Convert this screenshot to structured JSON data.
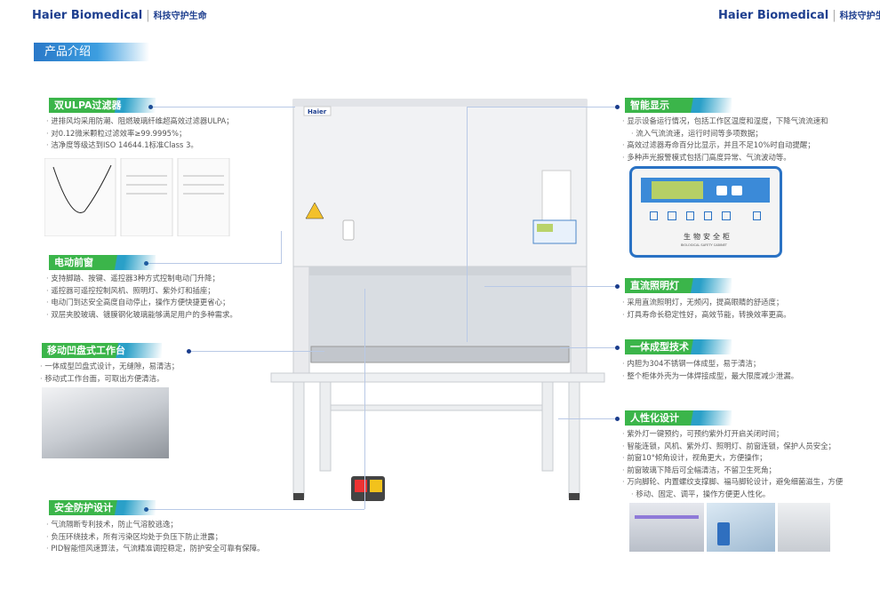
{
  "header": {
    "brand": "Haier Biomedical",
    "slogan": "科技守护生命"
  },
  "section_title": "产品介绍",
  "features": {
    "ulpa": {
      "title": "双ULPA过滤器",
      "items": [
        "进排风均采用防潮、阻燃玻璃纤维超高效过滤器ULPA；",
        "对0.12微米颗粒过滤效率≥99.9995%；",
        "洁净度等级达到ISO 14644.1标准Class 3。"
      ]
    },
    "front_window": {
      "title": "电动前窗",
      "items": [
        "支持脚踏、按键、遥控器3种方式控制电动门升降；",
        "遥控器可遥控控制风机、照明灯、紫外灯和插座；",
        "电动门到达安全高度自动停止，操作方便快捷更省心；",
        "双层夹胶玻璃、镀膜钢化玻璃能够满足用户的多种需求。"
      ]
    },
    "worktop": {
      "title": "移动凹盘式工作台",
      "items": [
        "一体成型凹盘式设计，无缝隙，易清洁；",
        "移动式工作台面，可取出方便清洁。"
      ]
    },
    "safety": {
      "title": "安全防护设计",
      "items": [
        "气流隔断专利技术，防止气溶胶逃逸；",
        "负压环绕技术，所有污染区均处于负压下防止泄露；",
        "PID智能恒风速算法，气流精准调控稳定，防护安全可靠有保障。"
      ]
    },
    "display": {
      "title": "智能显示",
      "items": [
        "显示设备运行情况，包括工作区温度和湿度，下降气流流速和",
        "高效过滤器寿命百分比显示，并且不足10%时自动提醒；",
        "多种声光报警模式包括门高度异常、气流波动等。"
      ],
      "item0_cont": "流入气流流速，运行时间等多项数据；"
    },
    "lighting": {
      "title": "直流照明灯",
      "items": [
        "采用直流照明灯，无频闪，提高眼睛的舒适度；",
        "灯具寿命长稳定性好，高效节能，转换效率更高。"
      ]
    },
    "integrated": {
      "title": "一体成型技术",
      "items": [
        "内胆为304不锈钢一体成型，易于清洁；",
        "整个柜体外壳为一体焊接成型，最大限度减少泄漏。"
      ]
    },
    "humanized": {
      "title": "人性化设计",
      "items": [
        "紫外灯一键预约，可预约紫外灯开启关闭时间；",
        "智能连锁，风机、紫外灯、照明灯、前窗连锁，保护人员安全；",
        "前窗10°倾角设计，视角更大，方便操作；",
        "前窗玻璃下降后可全幅清洁，不留卫生死角；",
        "万向脚轮、内置螺纹支撑脚、福马脚轮设计，避免细菌滋生，方便"
      ],
      "item4_cont": "移动、固定、调平，操作方便更人性化。"
    }
  },
  "panel": {
    "label_cn": "生物安全柜",
    "label_en": "BIOLOGICAL SAFETY CABINET"
  },
  "cabinet": {
    "brand": "Haier"
  },
  "colors": {
    "brand": "#1e3f8f",
    "tag_green": "#3bb54a",
    "tag_blue": "#2aa0c8",
    "section_blue": "#2a78c8"
  }
}
